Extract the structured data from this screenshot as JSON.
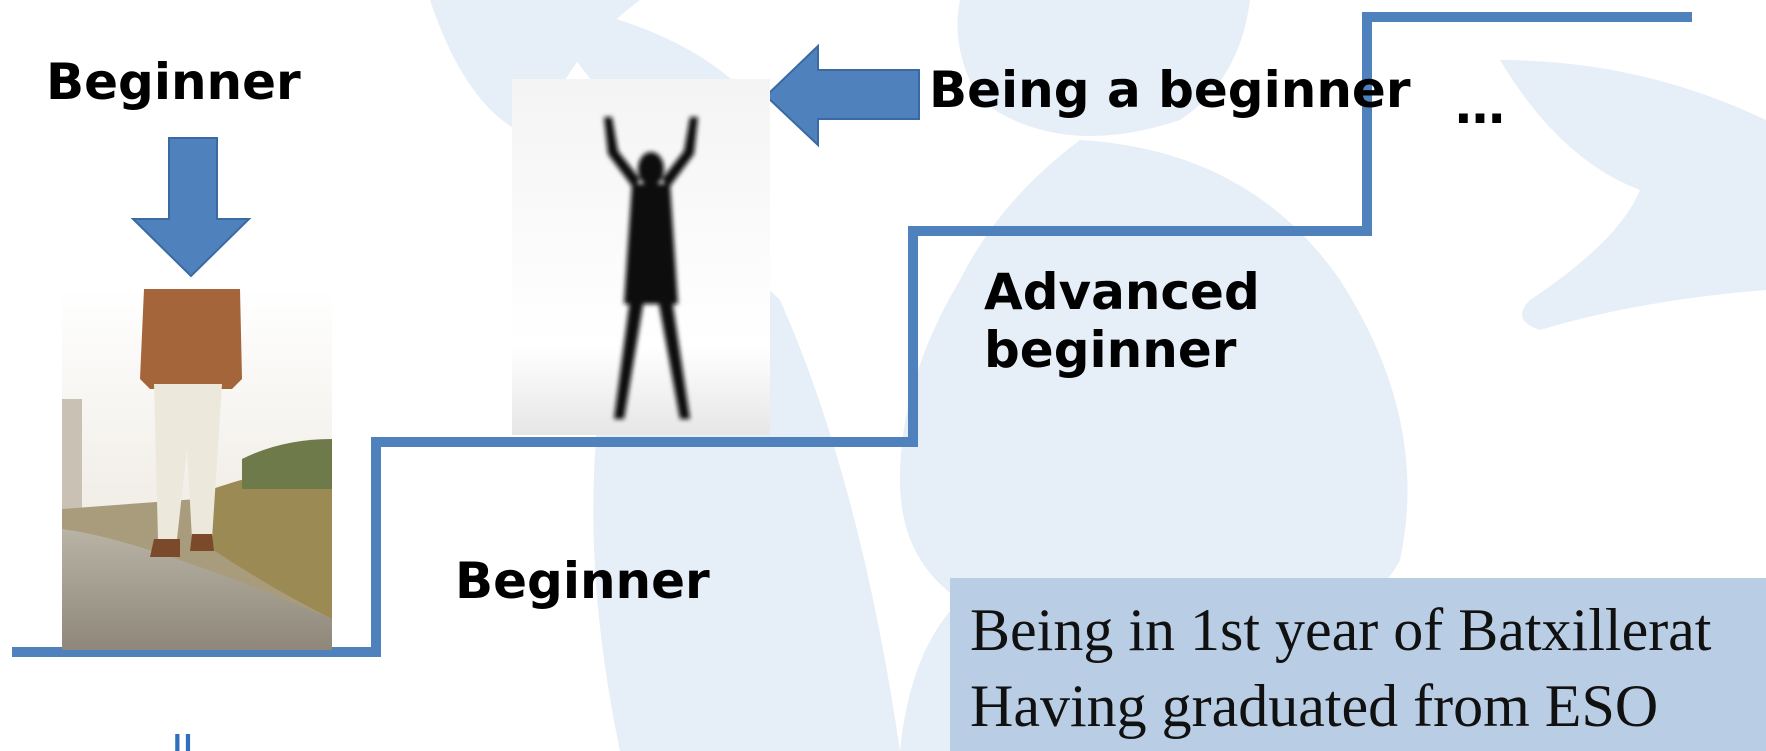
{
  "colors": {
    "accent": "#4f81bd",
    "watermark": "#e6eef7",
    "textbox_bg": "#b9cde5",
    "text": "#000000"
  },
  "labels": {
    "top_left": "Beginner",
    "being_beginner": "Being a beginner",
    "ellipsis": "…",
    "advanced_line1": "Advanced",
    "advanced_line2": "beginner",
    "bottom_step": "Beginner"
  },
  "textbox": {
    "line1": "Being in 1st year of Batxillerat",
    "line2": "Having graduated from ESO"
  },
  "stray_text": "ll",
  "icons": {
    "down_arrow": "arrow-down-icon",
    "left_arrow": "arrow-left-icon"
  }
}
